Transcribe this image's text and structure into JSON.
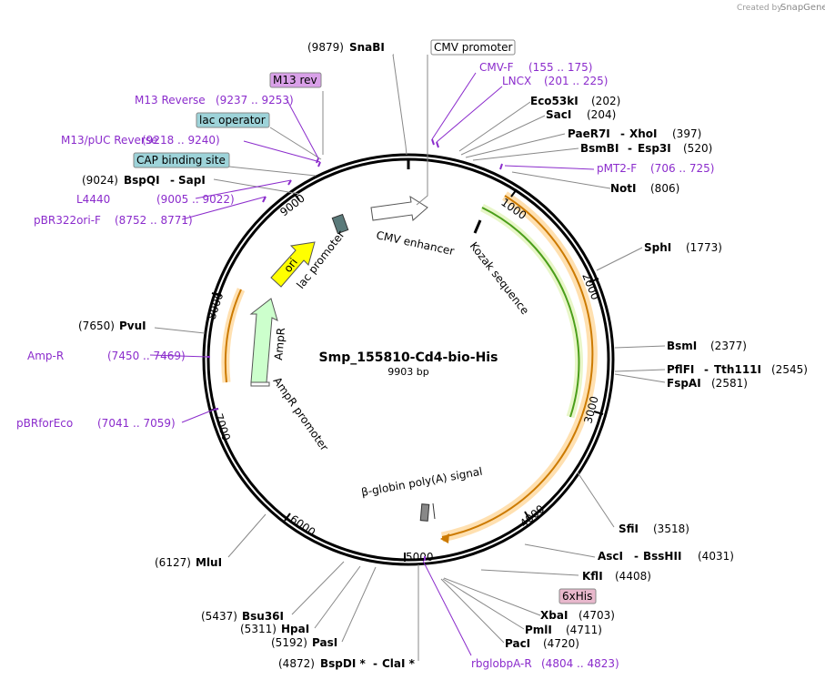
{
  "credit": "Created by",
  "credit_brand": "SnapGene",
  "plasmid": {
    "name": "Smp_155810-Cd4-bio-His",
    "size": "9903 bp"
  },
  "ticks": [
    "1000",
    "2000",
    "3000",
    "4000",
    "5000",
    "6000",
    "7000",
    "8000",
    "9000"
  ],
  "sites": [
    {
      "pre": "(9879)",
      "name": "SnaBI"
    },
    {
      "name": "Eco53kI",
      "post": "(202)"
    },
    {
      "name": "SacI",
      "post": "(204)"
    },
    {
      "name": "PaeR7I",
      "sep": "-",
      "name2": "XhoI",
      "post": "(397)"
    },
    {
      "name": "BsmBI",
      "sep": "-",
      "name2": "Esp3I",
      "post": "(520)"
    },
    {
      "name": "NotI",
      "post": "(806)"
    },
    {
      "name": "SphI",
      "post": "(1773)"
    },
    {
      "name": "BsmI",
      "post": "(2377)"
    },
    {
      "name": "PflFI",
      "sep": "-",
      "name2": "Tth111I",
      "post": "(2545)"
    },
    {
      "name": "FspAI",
      "post": "(2581)"
    },
    {
      "name": "SfiI",
      "post": "(3518)"
    },
    {
      "name": "AscI",
      "sep": "-",
      "name2": "BssHII",
      "post": "(4031)"
    },
    {
      "name": "KflI",
      "post": "(4408)"
    },
    {
      "name": "XbaI",
      "post": "(4703)"
    },
    {
      "name": "PmlI",
      "post": "(4711)"
    },
    {
      "name": "PacI",
      "post": "(4720)"
    },
    {
      "pre": "(4872)",
      "name": "BspDI *",
      "sep": "-",
      "name2": "ClaI *"
    },
    {
      "pre": "(5192)",
      "name": "PasI"
    },
    {
      "pre": "(5311)",
      "name": "HpaI"
    },
    {
      "pre": "(5437)",
      "name": "Bsu36I"
    },
    {
      "pre": "(6127)",
      "name": "MluI"
    },
    {
      "pre": "(7650)",
      "name": "PvuI"
    },
    {
      "pre": "(9024)",
      "name": "BspQI",
      "sep": "-",
      "name2": "SapI"
    }
  ],
  "primers": [
    {
      "name": "CMV-F",
      "range": "(155 .. 175)"
    },
    {
      "name": "LNCX",
      "range": "(201 .. 225)"
    },
    {
      "name": "pMT2-F",
      "range": "(706 .. 725)"
    },
    {
      "name": "rbglobpA-R",
      "range": "(4804 .. 4823)"
    },
    {
      "name": "pBRforEco",
      "range": "(7041 .. 7059)"
    },
    {
      "name": "Amp-R",
      "range": "(7450 .. 7469)"
    },
    {
      "name": "pBR322ori-F",
      "range": "(8752 .. 8771)"
    },
    {
      "name": "L4440",
      "range": "(9005 .. 9022)"
    },
    {
      "name": "M13/pUC Reverse",
      "range": "(9218 .. 9240)"
    },
    {
      "name": "M13 Reverse",
      "range": "(9237 .. 9253)"
    }
  ],
  "boxed": {
    "cmv_promoter": "CMV promoter",
    "m13_rev": "M13 rev",
    "lac_operator": "lac operator",
    "cap_site": "CAP binding site",
    "his6": "6xHis"
  },
  "features": {
    "cmv_enhancer": "CMV enhancer",
    "kozak": "Kozak sequence",
    "lac_promoter": "lac promoter",
    "ori": "ori",
    "ampr": "AmpR",
    "ampr_promoter": "AmpR promoter",
    "globin": "β-globin poly(A) signal"
  },
  "colors": {
    "primer": "#8b2ccc",
    "ori": "#ffff00",
    "ampr": "#ccffcc",
    "orf_outline": "#ffcc88",
    "orf_arrow": "#cc7a00",
    "green_arrow": "#4a9e1a",
    "box_teal": "#9dd3d9",
    "box_purple": "#d9a0e8",
    "box_pink": "#e8b8cc"
  }
}
